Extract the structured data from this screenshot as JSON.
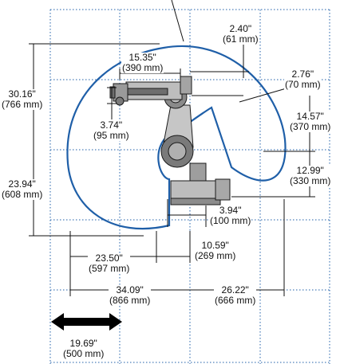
{
  "colors": {
    "envelope": "#1f5fa8",
    "grid": "#1f5fa8",
    "dimension_lines": "#111111",
    "robot_body": "#bdbdbd",
    "robot_shadow": "#6e6e6e"
  },
  "icons": {
    "scale_arrow": "double-headed-arrow-icon"
  },
  "dimensions": [
    {
      "id": "d240",
      "imperial": "2.40\"",
      "metric": "(61 mm)"
    },
    {
      "id": "d1535",
      "imperial": "15.35\"",
      "metric": "(390 mm)"
    },
    {
      "id": "d276",
      "imperial": "2.76\"",
      "metric": "(70 mm)"
    },
    {
      "id": "d3016",
      "imperial": "30.16\"",
      "metric": "(766 mm)"
    },
    {
      "id": "d374",
      "imperial": "3.74\"",
      "metric": "(95 mm)"
    },
    {
      "id": "d1457",
      "imperial": "14.57\"",
      "metric": "(370 mm)"
    },
    {
      "id": "d1299",
      "imperial": "12.99\"",
      "metric": "(330 mm)"
    },
    {
      "id": "d2394",
      "imperial": "23.94\"",
      "metric": "(608 mm)"
    },
    {
      "id": "d394",
      "imperial": "3.94\"",
      "metric": "(100 mm)"
    },
    {
      "id": "d1059",
      "imperial": "10.59\"",
      "metric": "(269 mm)"
    },
    {
      "id": "d2350",
      "imperial": "23.50\"",
      "metric": "(597 mm)"
    },
    {
      "id": "d3409",
      "imperial": "34.09\"",
      "metric": "(866 mm)"
    },
    {
      "id": "d2622",
      "imperial": "26.22\"",
      "metric": "(666 mm)"
    },
    {
      "id": "d1969",
      "imperial": "19.69\"",
      "metric": "(500 mm)"
    }
  ]
}
